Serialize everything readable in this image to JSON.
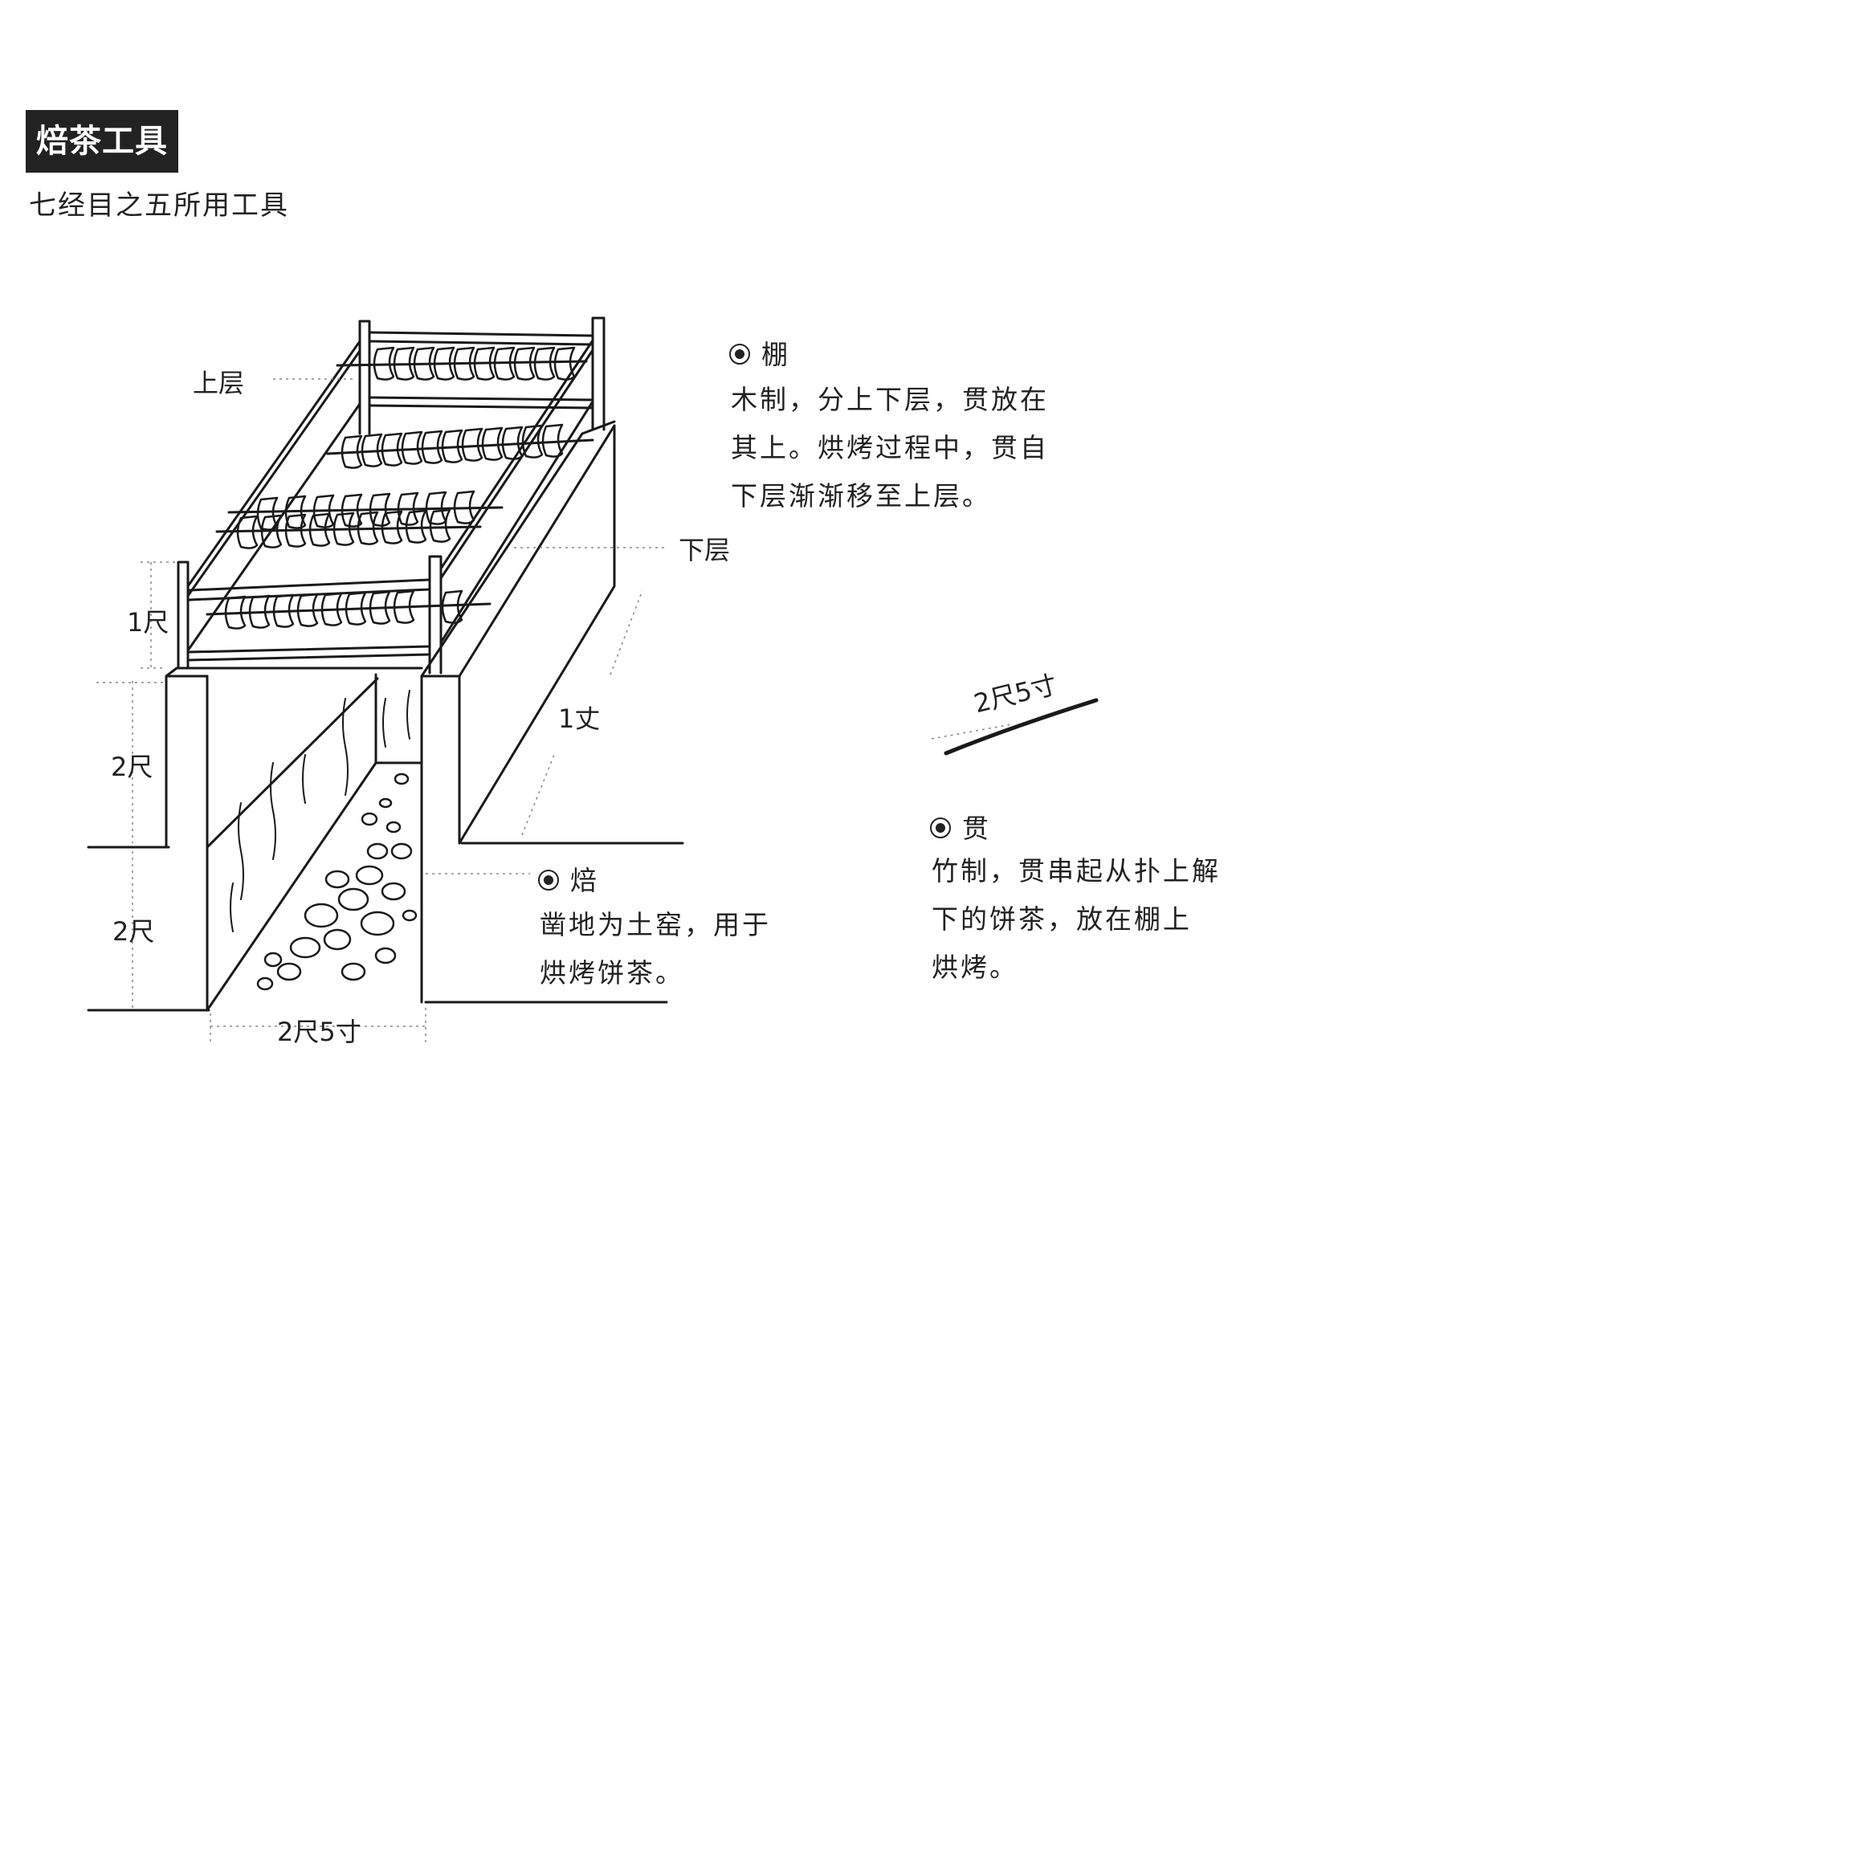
{
  "header": {
    "title": "焙茶工具",
    "subtitle": "七经目之五所用工具"
  },
  "diagram": {
    "labels": {
      "upper_layer": "上层",
      "lower_layer": "下层",
      "height_rack": "1尺",
      "height_upper": "2尺",
      "height_lower": "2尺",
      "length": "1丈",
      "width": "2尺5寸",
      "skewer_length": "2尺5寸"
    }
  },
  "notes": {
    "peng": {
      "title": "棚",
      "lines": [
        "木制，分上下层，贯放在",
        "其上。烘烤过程中，贯自",
        "下层渐渐移至上层。"
      ]
    },
    "bei": {
      "title": "焙",
      "lines": [
        "凿地为土窑，用于",
        "烘烤饼茶。"
      ]
    },
    "guan": {
      "title": "贯",
      "lines": [
        "竹制，贯串起从扑上解",
        "下的饼茶，放在棚上",
        "烘烤。"
      ]
    }
  },
  "colors": {
    "ink": "#1a1a1a",
    "title_bg": "#222222",
    "title_text": "#ffffff"
  }
}
